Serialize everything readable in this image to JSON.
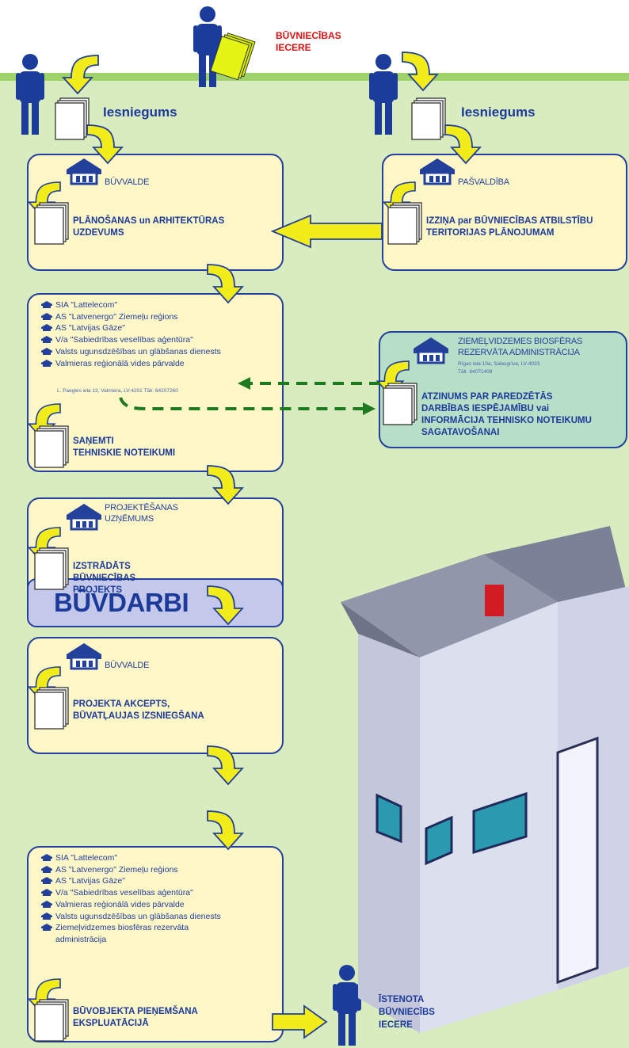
{
  "header": {
    "idea_label_line1": "BŪVNIECĪBAS",
    "idea_label_line2": "IECERE",
    "submission_left": "Iesniegums",
    "submission_right": "Iesniegums"
  },
  "step1": {
    "org": "BŪVVALDE",
    "title_line1": "PLĀNOŠANAS un ARHITEKTŪRAS",
    "title_line2": "UZDEVUMS"
  },
  "step_municipality": {
    "org": "PAŠVALDĪBA",
    "title_line1": "IZZIŅA par BŪVNIECĪBAS ATBILSTĪBU",
    "title_line2": "TERITORIJAS PLĀNOJUMAM"
  },
  "step2": {
    "orgs": [
      "SIA \"Lattelecom\"",
      "AS \"Latvenergo\" Ziemeļu reģions",
      "AS \"Latvijas Gāze\"",
      "V/a \"Sabiedrības veselības aģentūra\"",
      "Valsts ugunsdzēšības un glābšanas dienests",
      "Valmieras reģionālā vides pārvalde"
    ],
    "address": "L. Paegles iela 13, Valmiera, LV-4201 Tālr. 64207260",
    "title_line1": "SAŅEMTI",
    "title_line2": "TEHNISKIE NOTEIKUMI"
  },
  "biosphere": {
    "org_line1": "ZIEMEĻVIDZEMES BIOSFĒRAS",
    "org_line2": "REZERVĀTA ADMINISTRĀCIJA",
    "address": "Rīgas iela 10a, Salacgrīva, LV-4033",
    "phone": "Tālr. 64071408",
    "title_line1": "ATZINUMS PAR PAREDZĒTĀS",
    "title_line2": "DARBĪBAS IESPĒJAMĪBU vai",
    "title_line3": "INFORMĀCIJA TEHNISKO NOTEIKUMU",
    "title_line4": "SAGATAVOŠANAI"
  },
  "step3": {
    "org_line1": "PROJEKTĒŠANAS",
    "org_line2": "UZŅĒMUMS",
    "title_line1": "IZSTRĀDĀTS",
    "title_line2": "BŪVNIECĪBAS",
    "title_line3": "PROJEKTS"
  },
  "step4": {
    "org": "BŪVVALDE",
    "title_line1": "PROJEKTA AKCEPTS,",
    "title_line2": "BŪVATĻAUJAS IZSNIEGŠANA"
  },
  "construction": {
    "label": "BŪVDARBI"
  },
  "step5": {
    "orgs": [
      "SIA \"Lattelecom\"",
      "AS \"Latvenergo\" Ziemeļu reģions",
      "AS \"Latvijas Gāze\"",
      "V/a \"Sabiedrības veselības aģentūra\"",
      "Valmieras reģionālā vides pārvalde",
      "Valsts ugunsdzēšības un glābšanas dienests",
      "Ziemeļvidzemes  biosfēras rezervāta",
      "administrācija"
    ],
    "title_line1": "BŪVOBJEKTA PIEŅEMŠANA",
    "title_line2": "EKSPLUATĀCIJĀ"
  },
  "result": {
    "line1": "ĪSTENOTA",
    "line2": "BŪVNIECĪBS",
    "line3": "IECERE"
  },
  "colors": {
    "navy": "#23409a",
    "yellow_arrow": "#f2ec1a",
    "box_fill": "#fdf7c7",
    "bg_green": "#d9ecc0",
    "dashed_arrow": "#1f7a1f"
  }
}
